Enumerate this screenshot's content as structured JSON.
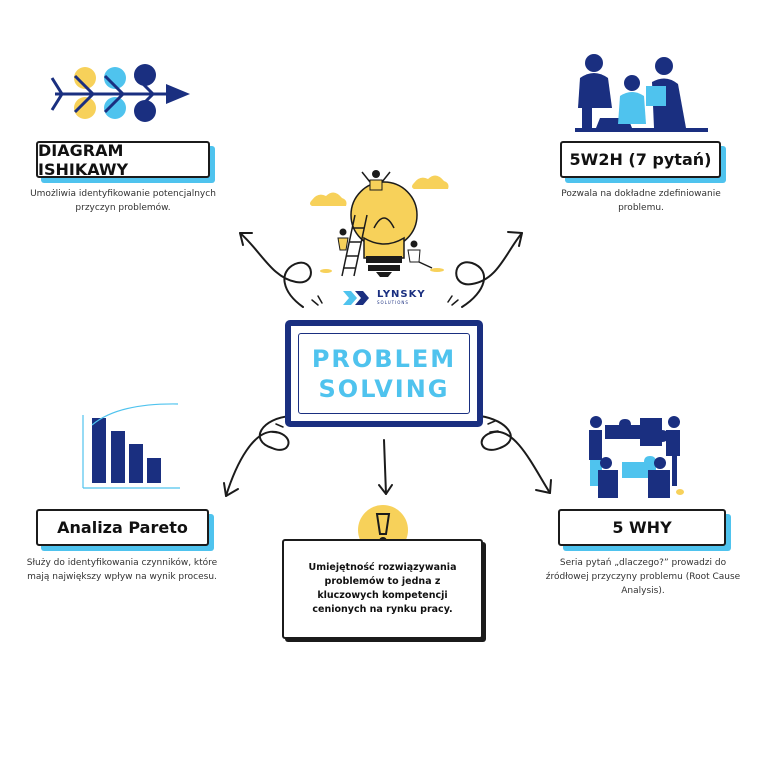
{
  "logo": {
    "name": "LYNSKY",
    "sub": "SOLUTIONS"
  },
  "main": {
    "line1": "PROBLEM",
    "line2": "SOLVING"
  },
  "center": {
    "text": "Umiejętność rozwiązywania problemów to jedna z kluczowych kompetencji cenionych na rynku pracy."
  },
  "nodes": {
    "ishikawa": {
      "title": "DIAGRAM ISHIKAWY",
      "desc1": "Umożliwia identyfikowanie potencjalnych",
      "desc2": "przyczyn problemów."
    },
    "w5w2h": {
      "title": "5W2H (7 pytań)",
      "desc1": "Pozwala na dokładne zdefiniowanie",
      "desc2": "problemu."
    },
    "pareto": {
      "title": "Analiza Pareto",
      "desc1": "Służy do identyfikowania czynników, które",
      "desc2": "mają największy wpływ na wynik procesu."
    },
    "why": {
      "title": "5 WHY",
      "desc1": "Seria pytań „dlaczego?” prowadzi do",
      "desc2": "źródłowej przyczyny problemu (Root Cause",
      "desc3": "Analysis)."
    }
  },
  "colors": {
    "navy": "#1a2f80",
    "sky": "#4fc3ee",
    "yellow": "#f7d15a",
    "ink": "#1b1b1b"
  },
  "icons": [
    "fishbone-icon",
    "team-at-laptop-icon",
    "lightbulb-illustration",
    "pareto-chart-icon",
    "puzzle-team-icon",
    "exclamation-icon"
  ]
}
